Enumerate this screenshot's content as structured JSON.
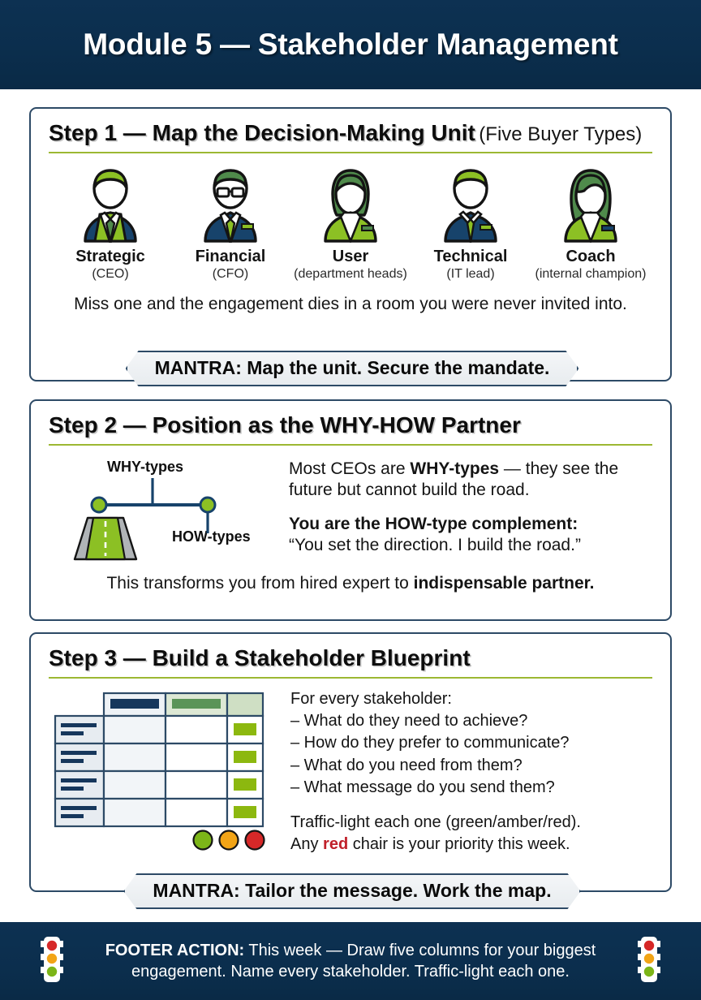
{
  "header": {
    "title": "Module 5 — Stakeholder Management"
  },
  "step1": {
    "heading_main": "Step 1 — Map the Decision-Making Unit",
    "heading_sub": "(Five Buyer Types)",
    "people": [
      {
        "name": "Strategic",
        "role": "(CEO)",
        "icon": "person-suit-tie-icon"
      },
      {
        "name": "Financial",
        "role": "(CFO)",
        "icon": "person-glasses-icon"
      },
      {
        "name": "User",
        "role": "(department heads)",
        "icon": "person-woman-bob-icon"
      },
      {
        "name": "Technical",
        "role": "(IT lead)",
        "icon": "person-shirt-tie-icon"
      },
      {
        "name": "Coach",
        "role": "(internal champion)",
        "icon": "person-woman-long-hair-icon"
      }
    ],
    "caption": "Miss one and the engagement dies in a room you were never invited into.",
    "mantra": "MANTRA: Map the unit. Secure the mandate."
  },
  "step2": {
    "heading_main": "Step 2 — Position as the WHY-HOW Partner",
    "heading_sub": "",
    "diagram": {
      "why_label": "WHY-types",
      "how_label": "HOW-types",
      "icon": "road-seesaw-icon"
    },
    "para1_before": "Most CEOs are ",
    "para1_bold": "WHY-types",
    "para1_after": " — they see the future but cannot build the road.",
    "para2_bold": "You are the HOW-type complement:",
    "para2_quote": "“You set the direction. I build the road.”",
    "closing_before": "This transforms you from hired expert to ",
    "closing_bold": "indispensable partner."
  },
  "step3": {
    "heading_main": "Step 3 — Build a Stakeholder Blueprint",
    "heading_sub": "",
    "table_icon": "stakeholder-matrix-table-icon",
    "traffic_dots": [
      {
        "name": "green-dot",
        "color": "#7cb518"
      },
      {
        "name": "amber-dot",
        "color": "#f2a416"
      },
      {
        "name": "red-dot",
        "color": "#d62828"
      }
    ],
    "lead_title": "For every stakeholder:",
    "questions": [
      "– What do they need to achieve?",
      "– How do they prefer to communicate?",
      "– What do you need from them?",
      "– What message do you send them?"
    ],
    "traffic_line1": "Traffic-light each one (green/amber/red).",
    "traffic_line2_before": "Any ",
    "traffic_line2_red": "red",
    "traffic_line2_after": " chair is your priority this week.",
    "mantra": "MANTRA: Tailor the message. Work the map."
  },
  "footer": {
    "label": "FOOTER ACTION:",
    "text": " This week — Draw five columns for your biggest engagement. Name every stakeholder. Traffic-light each one.",
    "icon_left": "traffic-light-icon",
    "icon_right": "traffic-light-icon"
  },
  "colors": {
    "navy": "#0b2e4d",
    "card_border": "#2d4a66",
    "accent_olive": "#9cb832",
    "green_light": "#8cc024",
    "green_dark": "#4f8a4b",
    "red": "#c0202a",
    "amber": "#f2a416"
  }
}
